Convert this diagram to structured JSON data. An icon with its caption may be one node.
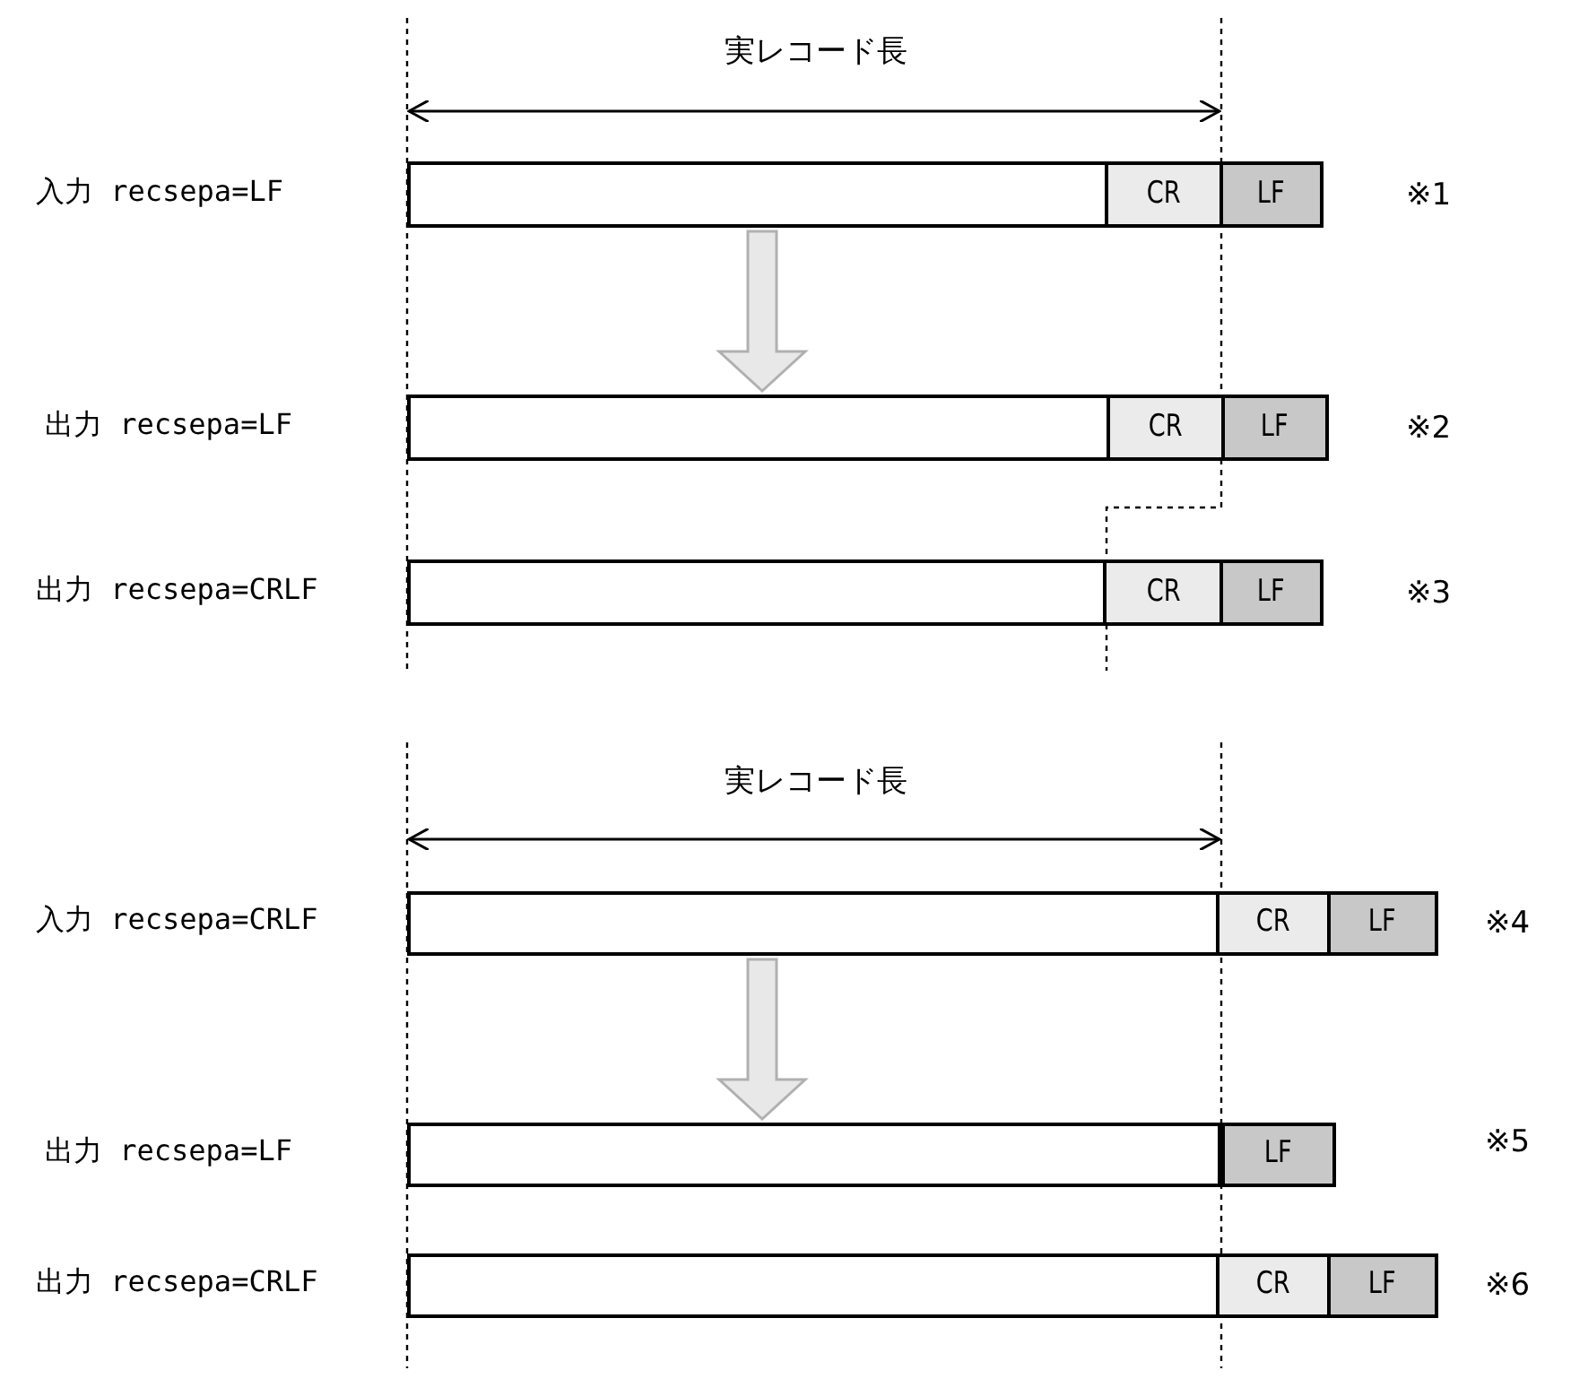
{
  "diagram": {
    "nodes": [
      {
        "text": [],
        "shape": "box"
      },
      {
        "text": [
          "CR"
        ]
      },
      {
        "text": [
          "LF"
        ]
      },
      {
        "text": [],
        "shape": "box"
      },
      {
        "text": [
          "CR"
        ]
      },
      {
        "text": [
          "LF"
        ]
      },
      {
        "text": [],
        "shape": "box"
      },
      {
        "text": [
          "CR"
        ]
      },
      {
        "text": [
          "LF"
        ]
      },
      {
        "text": [],
        "shape": "box"
      },
      {
        "text": [
          "CR"
        ]
      },
      {
        "text": [
          "LF"
        ]
      },
      {
        "text": [],
        "shape": "box"
      },
      {
        "text": [
          "LF"
        ]
      },
      {
        "text": [],
        "shape": "box"
      },
      {
        "text": [
          "CR"
        ]
      },
      {
        "text": [
          "LF"
        ]
      }
    ],
    "edges": [
      {
        "from": 0,
        "to": 3,
        "arrow": "to",
        "style": "thick"
      },
      {
        "from": 9,
        "to": 12,
        "arrow": "to",
        "style": "thick"
      }
    ],
    "labels": [
      "実レコード長",
      "入力 recsepa=LF",
      "※1",
      "出力 recsepa=LF",
      "※2",
      "出力 recsepa=CRLF",
      "※3",
      "実レコード長",
      "入力 recsepa=CRLF",
      "※4",
      "出力 recsepa=LF",
      "※5",
      "出力 recsepa=CRLF",
      "※6"
    ]
  }
}
